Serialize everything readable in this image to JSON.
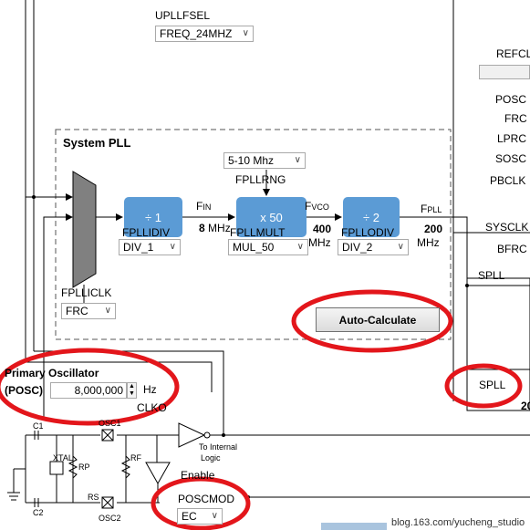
{
  "upll": {
    "label": "UPLLFSEL",
    "value": "FREQ_24MHZ"
  },
  "system_pll": {
    "title": "System PLL",
    "range": {
      "value": "5-10 Mhz",
      "label": "FPLLRNG"
    },
    "input_divider": {
      "text": "÷ 1",
      "label": "FPLLIDIV",
      "value": "DIV_1"
    },
    "multiplier": {
      "text": "x 50",
      "label": "FPLLMULT",
      "value": "MUL_50"
    },
    "output_divider": {
      "text": "÷ 2",
      "label": "FPLLODIV",
      "value": "DIV_2"
    },
    "input_clock": {
      "label": "FPLLICLK",
      "value": "FRC"
    },
    "fin": {
      "f": "F",
      "sub": "IN",
      "value": "8",
      "unit": "MHz"
    },
    "fvco": {
      "f": "F",
      "sub": "VCO",
      "value": "400",
      "unit": "MHz"
    },
    "fpll": {
      "f": "F",
      "sub": "PLL",
      "value": "200",
      "unit": "MHz"
    },
    "auto_calc_label": "Auto-Calculate"
  },
  "right_panel": {
    "refclk": "REFCL",
    "items": [
      "POSC",
      "FRC",
      "LPRC",
      "SOSC",
      "PBCLK"
    ],
    "sysclk": "SYSCLK",
    "bfrc": "BFRC",
    "spll_top": "SPLL",
    "spll_bottom": "SPLL",
    "num": "20"
  },
  "posc": {
    "title": "Primary Oscillator",
    "abbr": "(POSC)",
    "frequency": "8,000,000",
    "unit": "Hz",
    "clko": "CLKO"
  },
  "circuit": {
    "c1": "C1",
    "c2": "C2",
    "osc1": "OSC1",
    "osc2": "OSC2",
    "xtal": "XTAL",
    "rp": "RP",
    "rf": "RF",
    "rs": "RS",
    "to_internal": "To Internal",
    "logic": "Logic",
    "enable": "Enable"
  },
  "poscmod": {
    "label": "POSCMOD",
    "value": "EC"
  },
  "watermark": "blog.163.com/yucheng_studio"
}
